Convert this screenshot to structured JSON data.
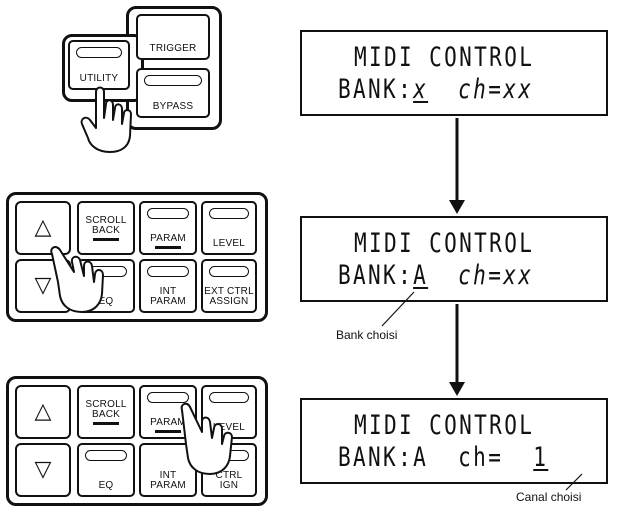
{
  "step1": {
    "buttons": {
      "trigger": "TRIGGER",
      "utility": "UTILITY",
      "bypass": "BYPASS"
    }
  },
  "panel_buttons": {
    "scroll_back": "SCROLL\nBACK",
    "param": "PARAM",
    "level": "LEVEL",
    "eq": "EQ",
    "int_param": "INT\nPARAM",
    "ext_ctrl_assign": "EXT CTRL\nASSIGN"
  },
  "panel2_partial": {
    "eq": "EQ"
  },
  "panel3_partial": {
    "ext_ctrl_assign": "CTRL\nIGN"
  },
  "displays": [
    {
      "line1": "MIDI CONTROL",
      "bank_prefix": "BANK:",
      "bank_value": "x",
      "ch_text": "  ch=xx"
    },
    {
      "line1": "MIDI CONTROL",
      "bank_prefix": "BANK:",
      "bank_value": "A",
      "ch_text": "  ch=xx"
    },
    {
      "line1": "MIDI CONTROL",
      "bank_text": "BANK:A  ch=  ",
      "ch_value": "1"
    }
  ],
  "annotations": {
    "bank": "Bank choisi",
    "channel": "Canal choisi"
  }
}
